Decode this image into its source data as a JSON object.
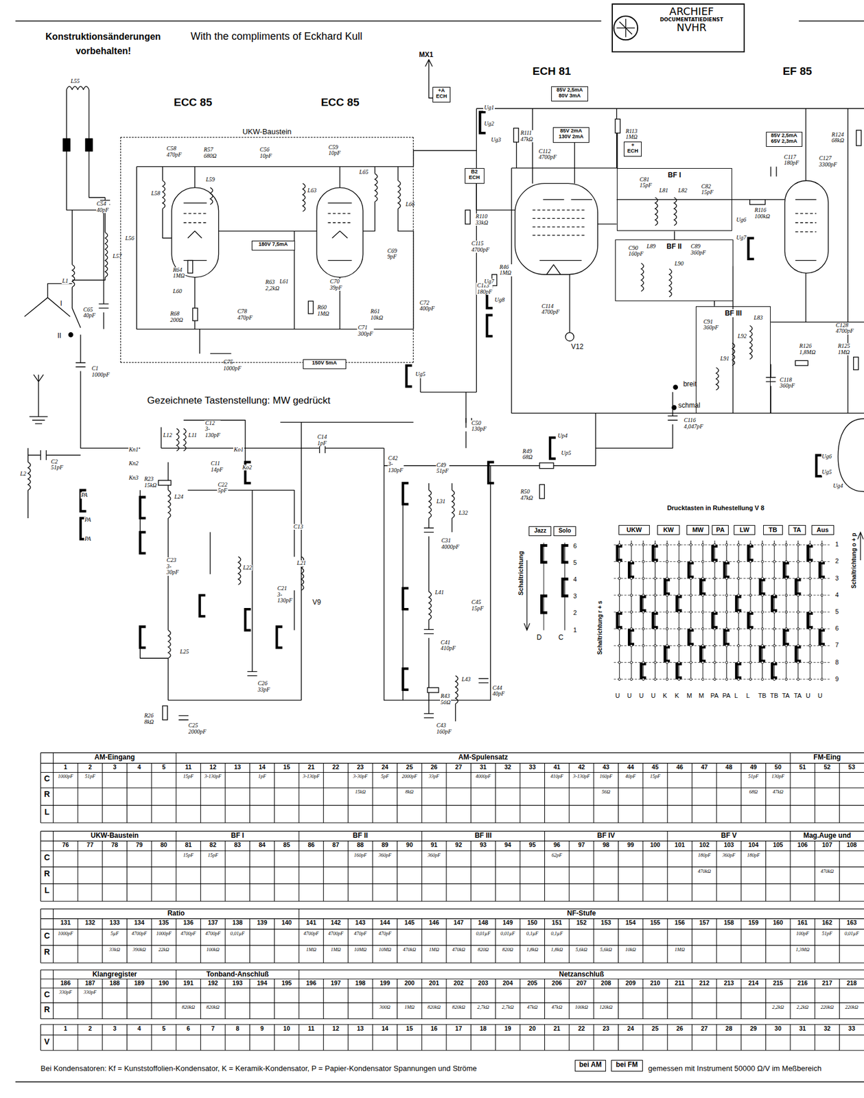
{
  "diagram": {
    "nodes": [
      {
        "text": [
          "ARCHIEF",
          "DOCUMENTATIEDIENST",
          "NVHR"
        ]
      },
      {
        "text": [
          "UKW-Baustein"
        ]
      },
      {
        "text": [
          "180V 7,5mA"
        ],
        "in": 1
      },
      {
        "text": [
          "150V 5mA"
        ]
      },
      {
        "text": [
          "BF I"
        ]
      },
      {
        "text": [
          "BF II"
        ]
      },
      {
        "text": [
          "BF III"
        ]
      },
      {
        "text": [
          "85V 2,5mA 80V 3mA"
        ]
      },
      {
        "text": [
          "85V 2mA 130V 2mA"
        ]
      },
      {
        "text": [
          "85V 2,5mA 65V 2,3mA"
        ]
      },
      {
        "text": [
          "+A ECH"
        ]
      },
      {
        "text": [
          "+ ECH"
        ]
      },
      {
        "text": [
          "B2 ECH"
        ]
      },
      {
        "text": [
          "Jazz"
        ]
      },
      {
        "text": [
          "Solo"
        ]
      },
      {
        "text": [
          "UKW"
        ]
      },
      {
        "text": [
          "KW"
        ]
      },
      {
        "text": [
          "MW"
        ]
      },
      {
        "text": [
          "PA"
        ]
      },
      {
        "text": [
          "LW"
        ]
      },
      {
        "text": [
          "TB"
        ]
      },
      {
        "text": [
          "TA"
        ]
      },
      {
        "text": [
          "Aus"
        ]
      },
      {
        "text": [
          "bei AM"
        ]
      },
      {
        "text": [
          "bei FM"
        ]
      }
    ],
    "edges": [
      {
        "from": 4,
        "to": 5,
        "arrow": "none"
      },
      {
        "from": 5,
        "to": 6,
        "arrow": "none"
      }
    ],
    "labels": [
      "Konstruktionsänderungen",
      "With the compliments of Eckhard Kull",
      "vorbehalten!",
      "MX1",
      "ECH 81",
      "EF 85",
      "ECC 85",
      "ECC 85",
      "Gezeichnete Tastenstellung: MW gedrückt",
      "Drucktasten in Ruhestellung V 8",
      "breit",
      "schmal",
      "V12",
      "V9",
      "Schaltrichtung",
      "Schaltrichtung r + s",
      "Schaltrichtung o + p",
      "D",
      "C",
      "6",
      "5",
      "4",
      "3",
      "2",
      "1",
      "1",
      "2",
      "3",
      "4",
      "5",
      "6",
      "7",
      "8",
      "9",
      "U",
      "U",
      "U",
      "U",
      "K",
      "K",
      "M",
      "M",
      "PA",
      "PA",
      "L",
      "L",
      "TB",
      "TB",
      "TA",
      "TA",
      "U",
      "U",
      "L55",
      "C54 40pF",
      "L56",
      "L57",
      "L1",
      "I",
      "II",
      "C65 40pF",
      "C1 1000pF",
      "L2",
      "C2 51pF",
      "L12",
      "L11",
      "C12 3-130pF",
      "C11 14pF",
      "C14 1pF",
      "C13",
      "R23 15kΩ",
      "L24",
      "C22 5pF",
      "C23 3-30pF",
      "L22",
      "L21",
      "C21 3-130pF",
      "L25",
      "C26 33pF",
      "R26 8kΩ",
      "C25 2000pF",
      "C50 130pF",
      "C49 51pF",
      "R49 68Ω",
      "R50 47kΩ",
      "C42 3-130pF",
      "L31",
      "L32",
      "C31 4000pF",
      "L41",
      "C45 15pF",
      "C41 410pF",
      "L43",
      "R43 56Ω",
      "C44 40pF",
      "C43 160pF",
      "C58 470pF",
      "R57 680Ω",
      "C56 10pF",
      "C59 10pF",
      "L65",
      "L66",
      "L58",
      "L59",
      "L63",
      "L61",
      "R64 1MΩ",
      "L60",
      "R68 200Ω",
      "C78 470pF",
      "C75 1000pF",
      "R63 2,2kΩ",
      "C70 39pF",
      "R60 1MΩ",
      "R61 10kΩ",
      "C71 300pF",
      "C72 400pF",
      "C69 9pF",
      "C115 4700pF",
      "C113 180pF",
      "R110 33kΩ",
      "R111 47kΩ",
      "C112 4700pF",
      "R113 1MΩ",
      "R46 1MΩ",
      "C114 4700pF",
      "C117 180pF",
      "C127 3300pF",
      "R116 100kΩ",
      "R124 68kΩ",
      "C128 4700pF",
      "R125 1MΩ",
      "R126 1,8MΩ",
      "C118 360pF",
      "C116 4,047pF",
      "C81 15pF",
      "L81",
      "L82",
      "C82 15pF",
      "C90 160pF",
      "L89",
      "L90",
      "C89 360pF",
      "C91 360pF",
      "L83",
      "L92",
      "L91",
      "Kn1",
      "Kn2",
      "Kn3",
      "Ko1",
      "Ko2",
      "PA",
      "PA",
      "PA",
      "Ug1",
      "Ug2",
      "Ug3",
      "Ug7",
      "Ug8",
      "Ug5",
      "Up4",
      "Up5",
      "Ug6",
      "Ug7",
      "Ug6",
      "Ug5",
      "Ug4",
      "Bei Kondensatoren: Kf = Kunststoffolien-Kondensator, K = Keramik-Kondensator, P = Papier-Kondensator Spannungen und Ströme",
      "gemessen mit Instrument 50000 Ω/V im Meßbereich",
      "AM-Eingang",
      "AM-Spulensatz",
      "FM-Eing",
      "UKW-Baustein",
      "BF I",
      "BF II",
      "BF III",
      "BF IV",
      "BF V",
      "Mag.Auge und",
      "Ratio",
      "NF-Stufe",
      "Klangregister",
      "Tonband-Anschluß",
      "Netzanschluß",
      "1",
      "2",
      "3",
      "4",
      "5",
      "11",
      "12",
      "13",
      "14",
      "15",
      "21",
      "22",
      "23",
      "24",
      "25",
      "26",
      "27",
      "31",
      "32",
      "33",
      "41",
      "42",
      "43",
      "44",
      "45",
      "46",
      "47",
      "48",
      "49",
      "50",
      "51",
      "52",
      "53",
      "76",
      "77",
      "78",
      "79",
      "80",
      "81",
      "82",
      "83",
      "84",
      "85",
      "86",
      "87",
      "88",
      "89",
      "90",
      "91",
      "92",
      "93",
      "94",
      "95",
      "96",
      "97",
      "98",
      "99",
      "100",
      "101",
      "102",
      "103",
      "104",
      "105",
      "106",
      "107",
      "108",
      "131",
      "132",
      "133",
      "134",
      "135",
      "136",
      "137",
      "138",
      "139",
      "140",
      "141",
      "142",
      "143",
      "144",
      "145",
      "146",
      "147",
      "148",
      "149",
      "150",
      "151",
      "152",
      "153",
      "154",
      "155",
      "156",
      "157",
      "158",
      "159",
      "160",
      "161",
      "162",
      "163",
      "186",
      "187",
      "188",
      "189",
      "190",
      "191",
      "192",
      "193",
      "194",
      "195",
      "196",
      "197",
      "198",
      "199",
      "200",
      "201",
      "202",
      "203",
      "204",
      "205",
      "206",
      "207",
      "208",
      "209",
      "210",
      "211",
      "212",
      "213",
      "214",
      "215",
      "216",
      "217",
      "218",
      "1",
      "2",
      "3",
      "4",
      "5",
      "6",
      "7",
      "8",
      "9",
      "10",
      "11",
      "12",
      "13",
      "14",
      "15",
      "16",
      "17",
      "18",
      "19",
      "20",
      "21",
      "22",
      "23",
      "24",
      "25",
      "26",
      "27",
      "28",
      "29",
      "30",
      "31",
      "32",
      "33",
      "C",
      "R",
      "L",
      "C",
      "R",
      "L",
      "C",
      "R",
      "C",
      "R",
      "V",
      "1000pF",
      "51pF",
      "15pF",
      "3-130pF",
      "1pF",
      "3-130pF",
      "3-30pF",
      "5pF",
      "2000pF",
      "33pF",
      "4000pF",
      "410pF",
      "3-130pF",
      "160pF",
      "40pF",
      "15pF",
      "51pF",
      "130pF",
      "15kΩ",
      "8kΩ",
      "56Ω",
      "68Ω",
      "47kΩ",
      "15pF",
      "15pF",
      "160pF",
      "360pF",
      "360pF",
      "62pF",
      "180pF",
      "360pF",
      "180pF",
      "470kΩ",
      "470kΩ",
      "1000pF",
      "5µF",
      "4700pF",
      "1000pF",
      "4700pF",
      "4700pF",
      "0,01µF",
      "4700pF",
      "4700pF",
      "470pF",
      "470pF",
      "0,01µF",
      "0,01µF",
      "0,1µF",
      "0,1µF",
      "100pF",
      "51pF",
      "0,01µF",
      "33kΩ",
      "390kΩ",
      "22kΩ",
      "100kΩ",
      "1MΩ",
      "1MΩ",
      "10MΩ",
      "10MΩ",
      "470kΩ",
      "1MΩ",
      "470kΩ",
      "820Ω",
      "820Ω",
      "1,8kΩ",
      "1,8kΩ",
      "5,6kΩ",
      "5,6kΩ",
      "10kΩ",
      "1MΩ",
      "1,3MΩ",
      "330pF",
      "330pF",
      "820kΩ",
      "820kΩ",
      "300Ω",
      "1MΩ",
      "820kΩ",
      "820kΩ",
      "2,7kΩ",
      "2,7kΩ",
      "47kΩ",
      "47kΩ",
      "100kΩ",
      "120kΩ",
      "2,2kΩ",
      "2,2kΩ",
      "220kΩ",
      "220kΩ"
    ]
  }
}
